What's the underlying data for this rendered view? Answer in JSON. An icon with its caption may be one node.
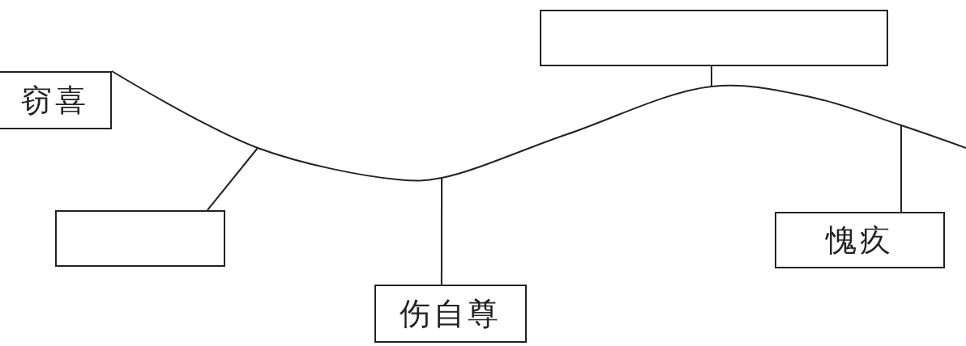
{
  "diagram": {
    "nodes": [
      {
        "text": [
          "窃喜"
        ]
      },
      {
        "text": [],
        "shape": "box"
      },
      {
        "text": [],
        "shape": "box"
      },
      {
        "text": [
          "伤自尊"
        ]
      },
      {
        "text": [
          "愧疚"
        ]
      }
    ],
    "edges": [
      {
        "from": 1,
        "to": null,
        "arrow": "none"
      },
      {
        "from": 2,
        "to": null,
        "arrow": "none"
      },
      {
        "from": 3,
        "to": null,
        "arrow": "none"
      },
      {
        "from": 4,
        "to": null,
        "arrow": "none"
      }
    ]
  }
}
